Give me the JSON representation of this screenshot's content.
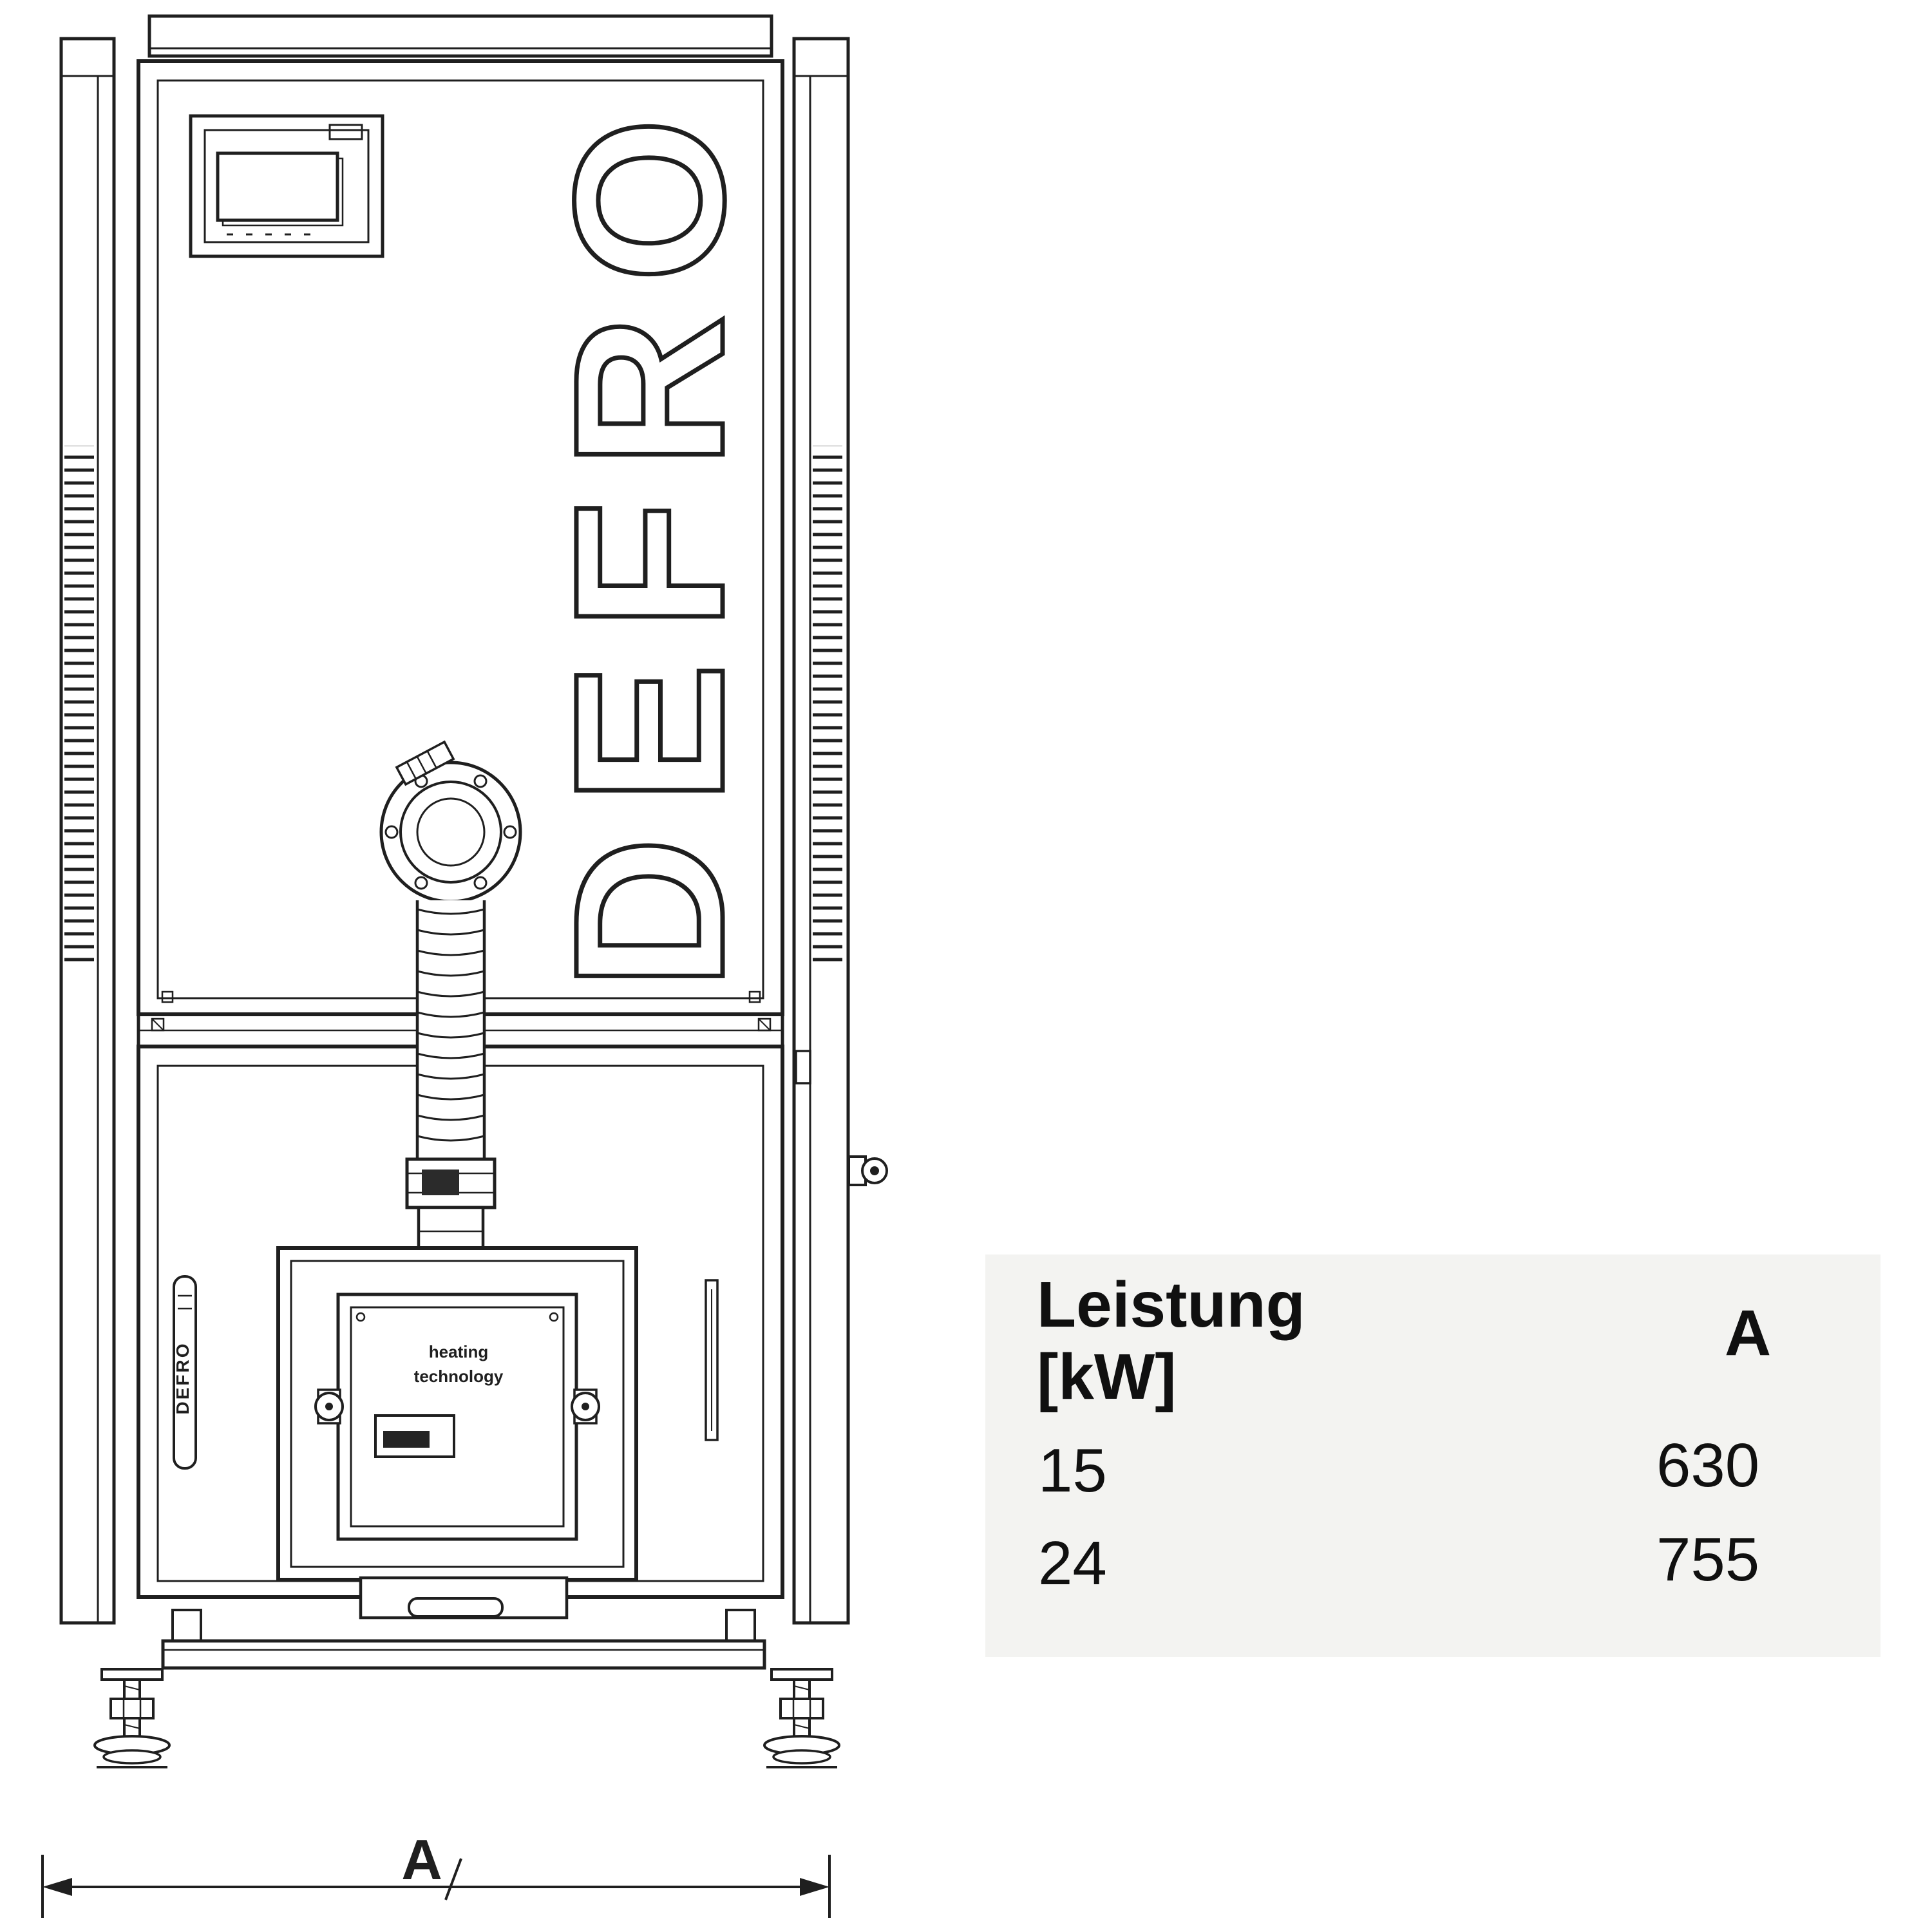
{
  "drawing": {
    "brand_text": "DEFRO",
    "burner_label_line1": "heating",
    "burner_label_line2": "technology",
    "handle_text": "DEFRO",
    "dimension_label": "A",
    "line_color": "#1f1f1f"
  },
  "spec_table": {
    "panel_bg": "#f3f3f1",
    "header_power_line1": "Leistung",
    "header_power_line2": "[kW]",
    "header_dimension": "A",
    "rows": [
      {
        "power_kw": "15",
        "a_mm": "630"
      },
      {
        "power_kw": "24",
        "a_mm": "755"
      }
    ]
  }
}
